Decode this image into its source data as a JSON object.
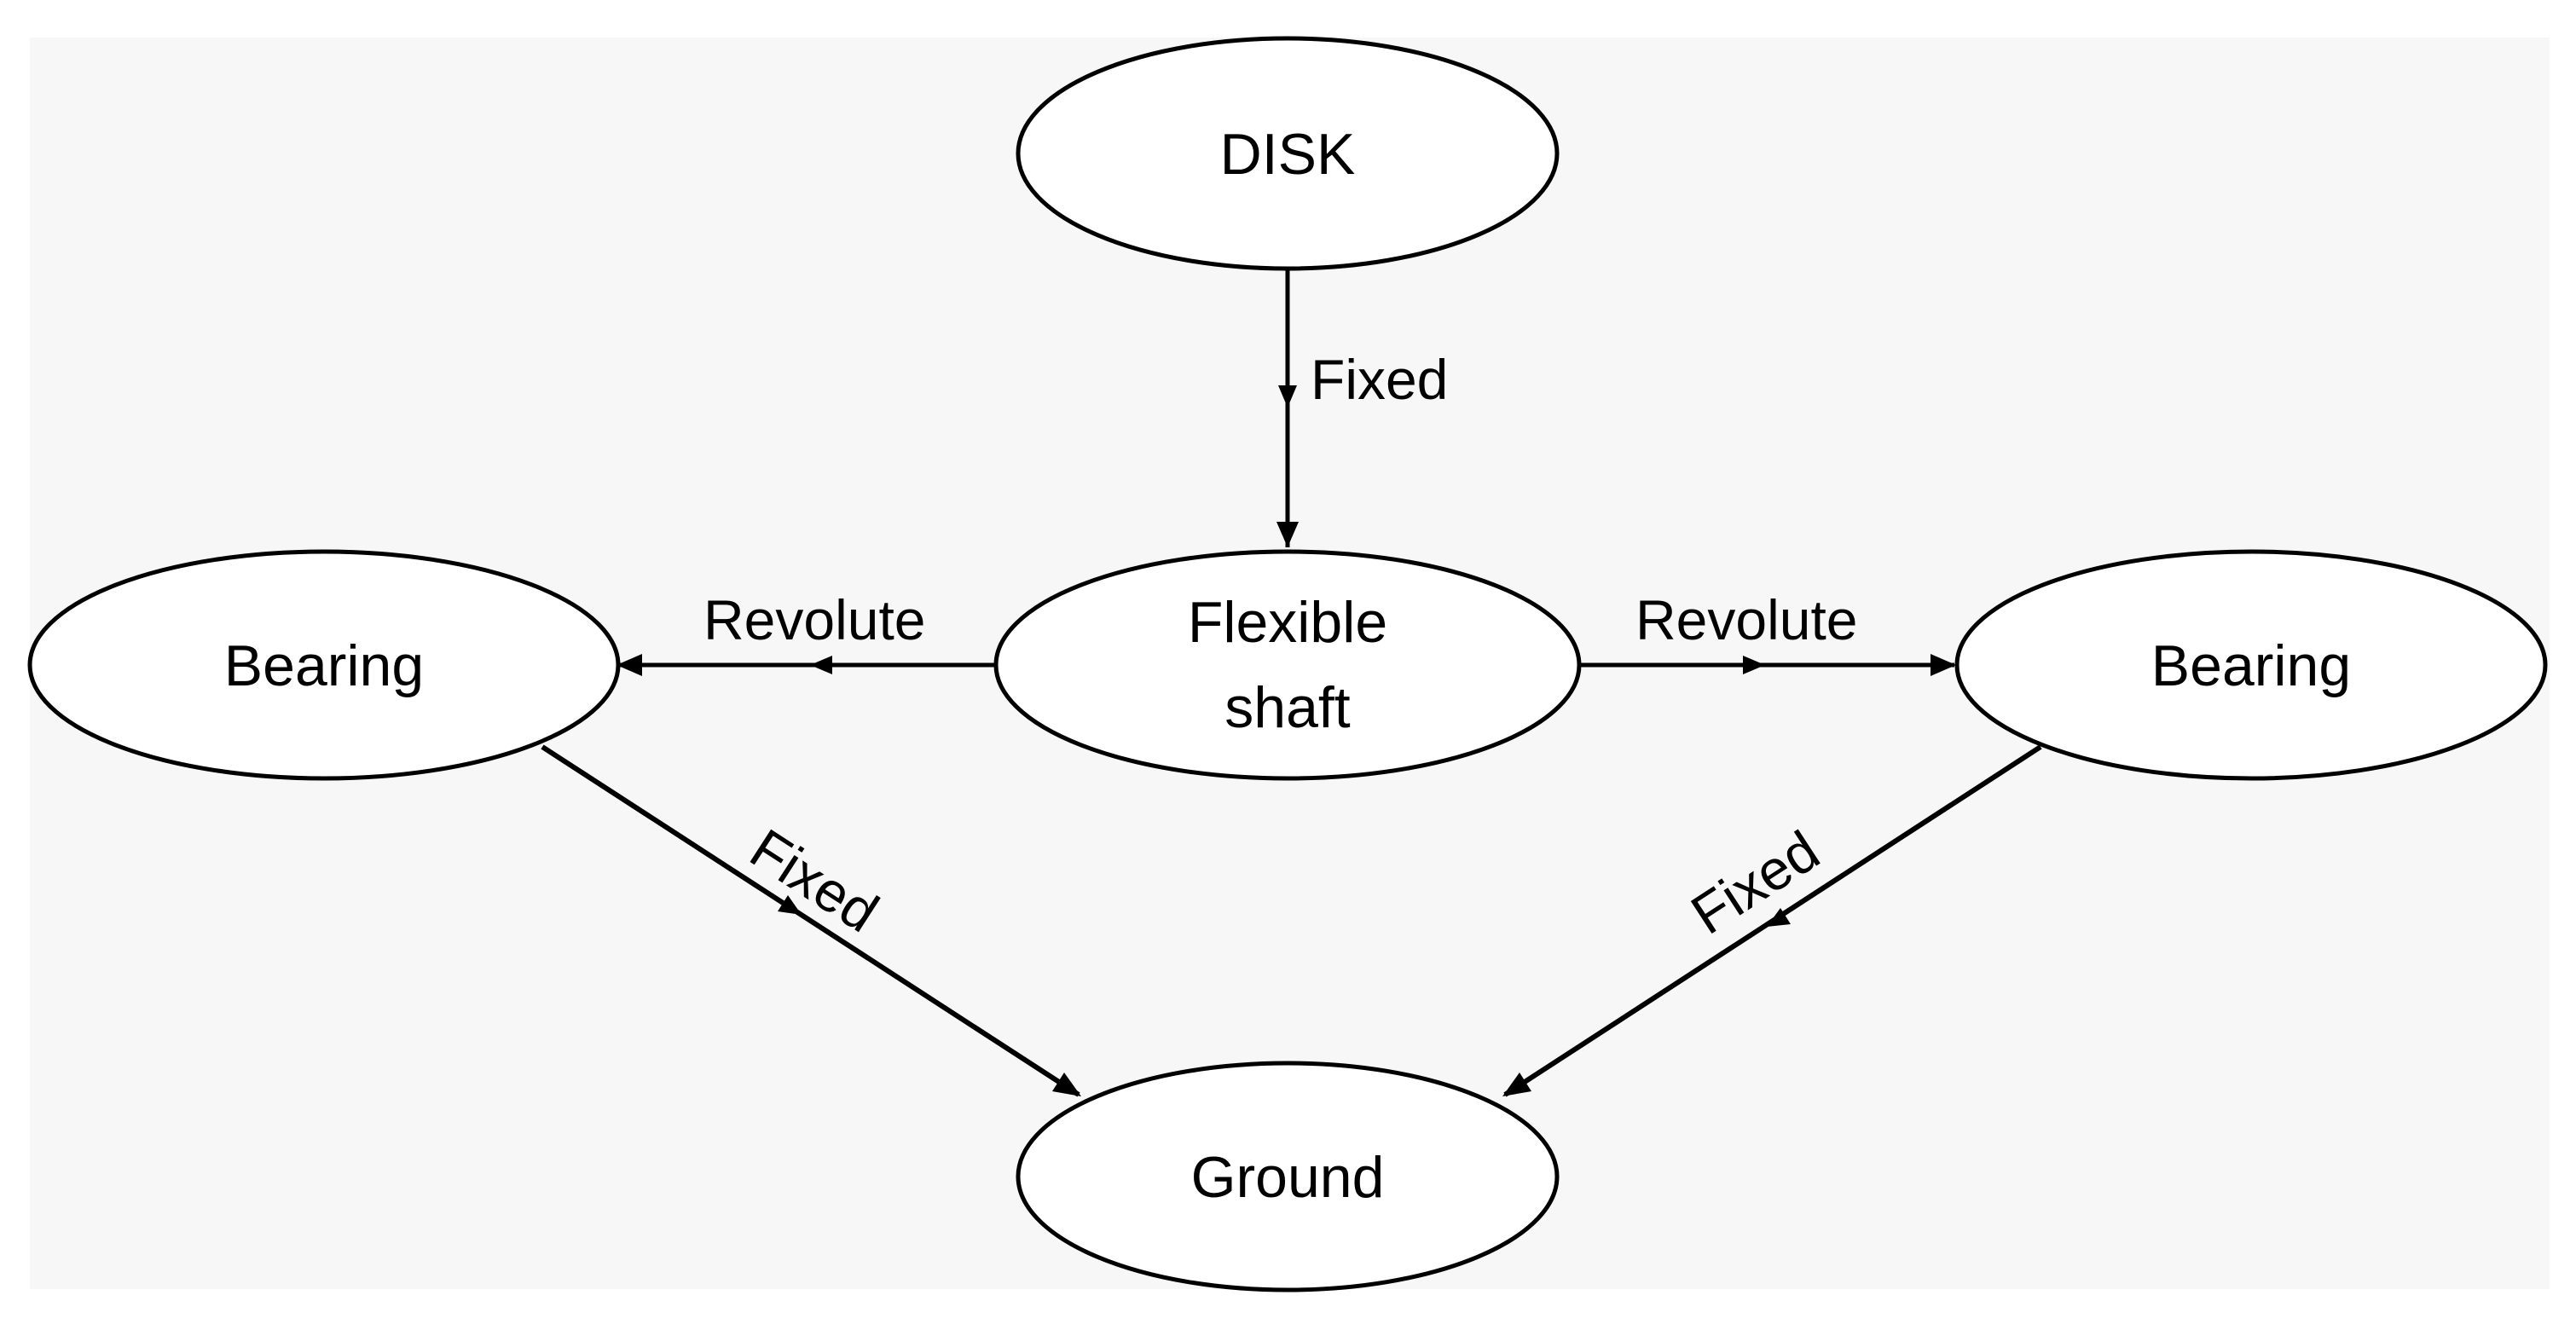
{
  "diagram": {
    "nodes": {
      "disk": {
        "label": "DISK"
      },
      "shaft": {
        "label_line1": "Flexible",
        "label_line2": "shaft"
      },
      "bearing_left": {
        "label": "Bearing"
      },
      "bearing_right": {
        "label": "Bearing"
      },
      "ground": {
        "label": "Ground"
      }
    },
    "edges": {
      "disk_to_shaft": {
        "label": "Fixed"
      },
      "shaft_to_bearing_left": {
        "label": "Revolute"
      },
      "shaft_to_bearing_right": {
        "label": "Revolute"
      },
      "bearing_left_to_ground": {
        "label": "Fixed"
      },
      "bearing_right_to_ground": {
        "label": "Fixed"
      }
    }
  },
  "colors": {
    "background": "#f7f7f7",
    "node_fill": "#ffffff",
    "stroke": "#000000"
  }
}
